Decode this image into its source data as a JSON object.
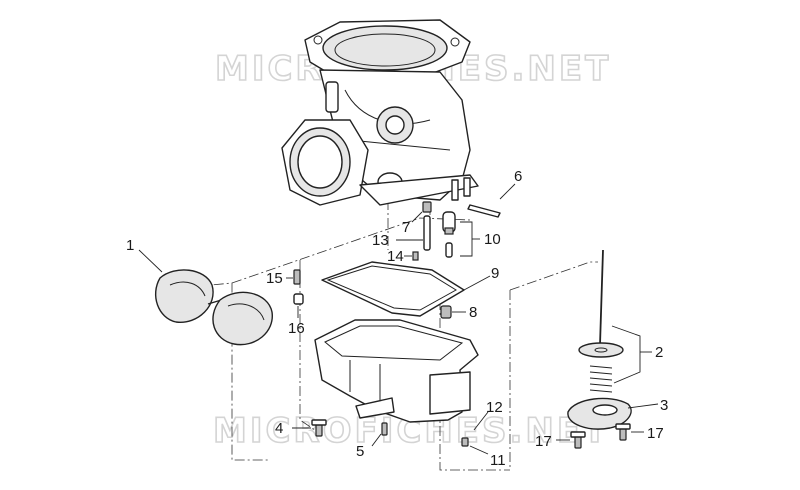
{
  "watermark": "MICROFICHES.NET",
  "callouts": {
    "c1": "1",
    "c2": "2",
    "c3": "3",
    "c4": "4",
    "c5": "5",
    "c6": "6",
    "c7": "7",
    "c8": "8",
    "c9": "9",
    "c10": "10",
    "c11": "11",
    "c12": "12",
    "c13": "13",
    "c14": "14",
    "c15": "15",
    "c16": "16",
    "c17a": "17",
    "c17b": "17"
  }
}
